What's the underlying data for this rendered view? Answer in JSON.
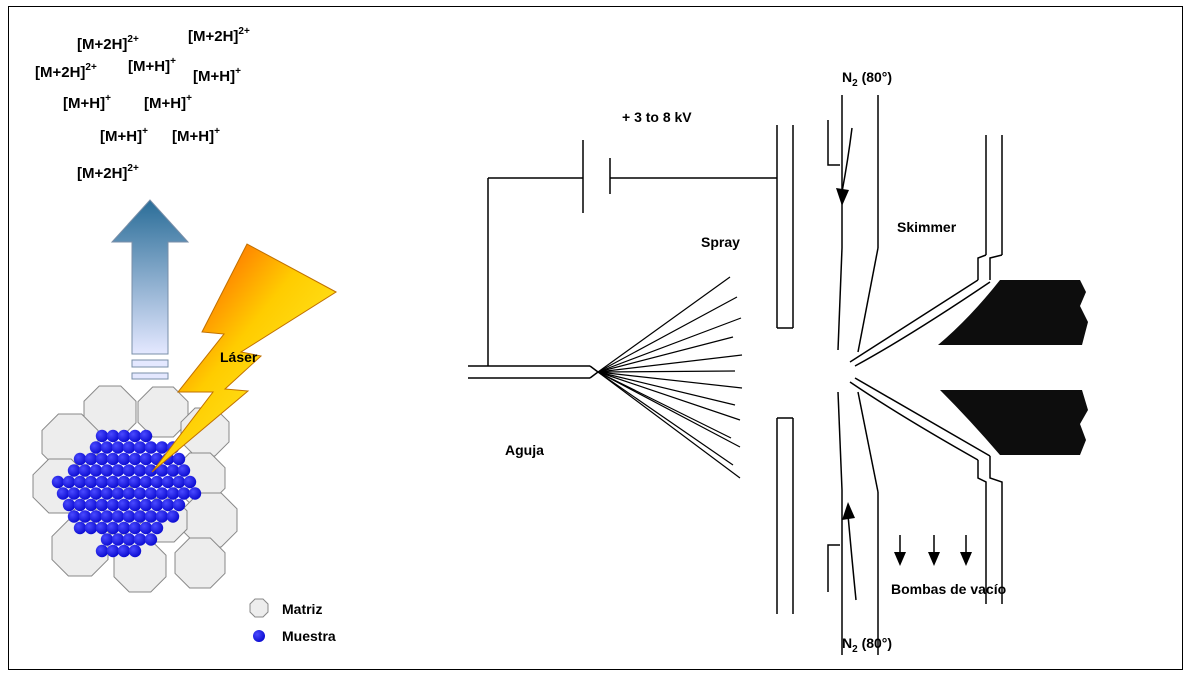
{
  "maldi": {
    "ions": [
      {
        "base": "[M+2H]",
        "charge": "2+"
      },
      {
        "base": "[M+2H]",
        "charge": "2+"
      },
      {
        "base": "[M+2H]",
        "charge": "2+"
      },
      {
        "base": "[M+H]",
        "charge": "+"
      },
      {
        "base": "[M+H]",
        "charge": "+"
      },
      {
        "base": "[M+H]",
        "charge": "+"
      },
      {
        "base": "[M+H]",
        "charge": "+"
      },
      {
        "base": "[M+H]",
        "charge": "+"
      },
      {
        "base": "[M+H]",
        "charge": "+"
      },
      {
        "base": "[M+2H]",
        "charge": "2+"
      }
    ],
    "laser_label": "Láser",
    "legend": {
      "matrix": "Matriz",
      "sample": "Muestra"
    },
    "colors": {
      "sample": "#1a1aff",
      "matrix_fill": "#ededed",
      "arrow_top": "#2a6d98",
      "arrow_bottom": "#e4e8ff"
    }
  },
  "esi": {
    "voltage": "+ 3 to 8 kV",
    "spray": "Spray",
    "needle": "Aguja",
    "skimmer": "Skimmer",
    "nitrogen_top": {
      "symbol": "N",
      "sub": "2",
      "temp": " (80°)"
    },
    "nitrogen_bottom": {
      "symbol": "N",
      "sub": "2",
      "temp": " (80°)"
    },
    "pumps": "Bombas de vacío"
  }
}
